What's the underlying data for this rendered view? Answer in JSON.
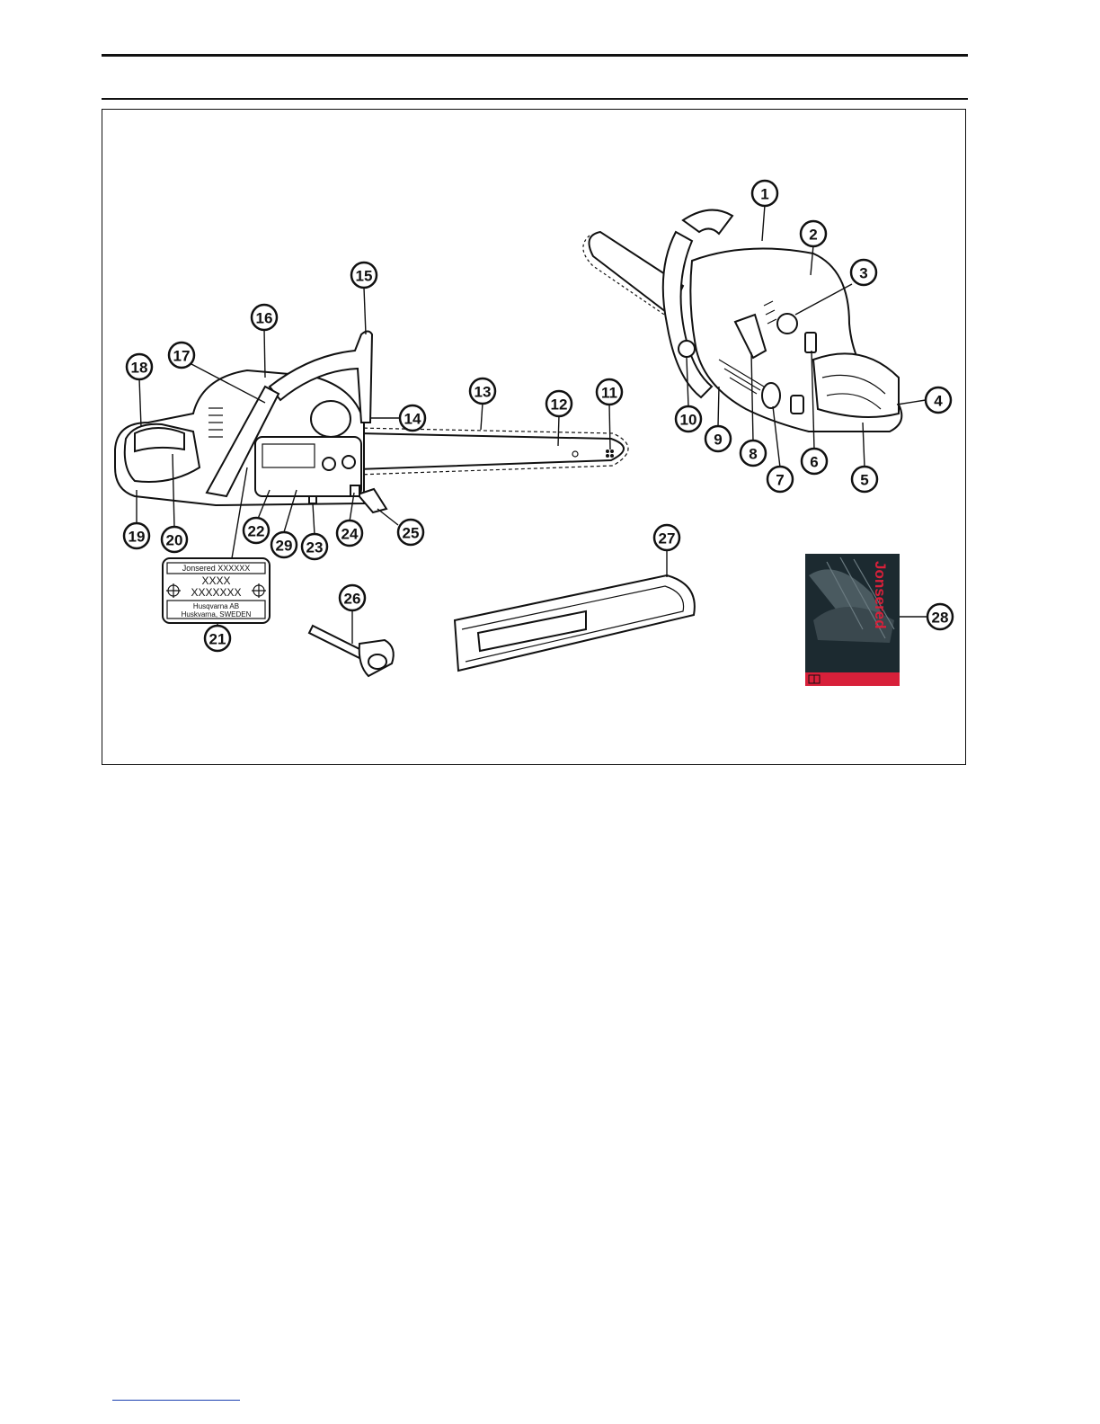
{
  "plate": {
    "line1": "Jonsered XXXXXX",
    "line2": "XXXX",
    "line3": "XXXXXXX",
    "line4": "Husqvarna AB",
    "line5": "Huskvarna, SWEDEN"
  },
  "manual": {
    "brand": "Jonsered",
    "book_icon": "book-icon"
  },
  "callouts": [
    {
      "n": "1"
    },
    {
      "n": "2"
    },
    {
      "n": "3"
    },
    {
      "n": "4"
    },
    {
      "n": "5"
    },
    {
      "n": "6"
    },
    {
      "n": "7"
    },
    {
      "n": "8"
    },
    {
      "n": "9"
    },
    {
      "n": "10"
    },
    {
      "n": "11"
    },
    {
      "n": "12"
    },
    {
      "n": "13"
    },
    {
      "n": "14"
    },
    {
      "n": "15"
    },
    {
      "n": "16"
    },
    {
      "n": "17"
    },
    {
      "n": "18"
    },
    {
      "n": "19"
    },
    {
      "n": "20"
    },
    {
      "n": "21"
    },
    {
      "n": "22"
    },
    {
      "n": "23"
    },
    {
      "n": "24"
    },
    {
      "n": "25"
    },
    {
      "n": "26"
    },
    {
      "n": "27"
    },
    {
      "n": "28"
    },
    {
      "n": "29"
    }
  ],
  "colors": {
    "ink": "#111111",
    "manual_cover": "#1c2a30",
    "manual_accent": "#d8203a"
  }
}
